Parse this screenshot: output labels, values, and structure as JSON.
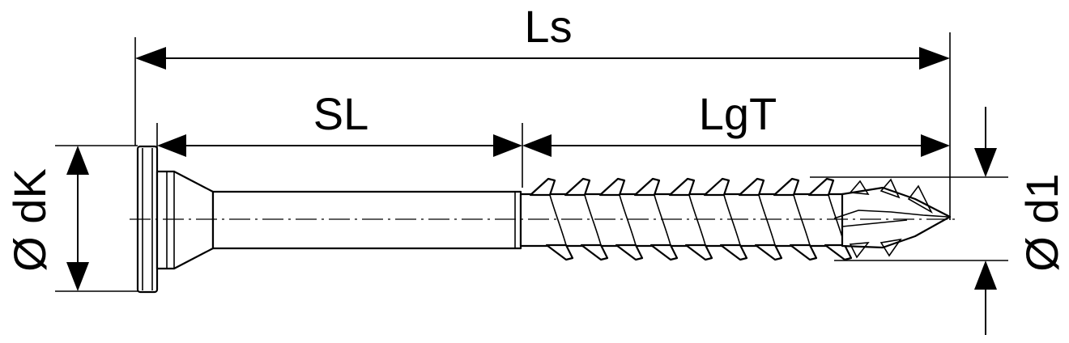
{
  "labels": {
    "total_length": "Ls",
    "shank_length": "SL",
    "thread_length": "LgT",
    "head_diameter": "Ø dK",
    "thread_diameter": "Ø d1"
  }
}
